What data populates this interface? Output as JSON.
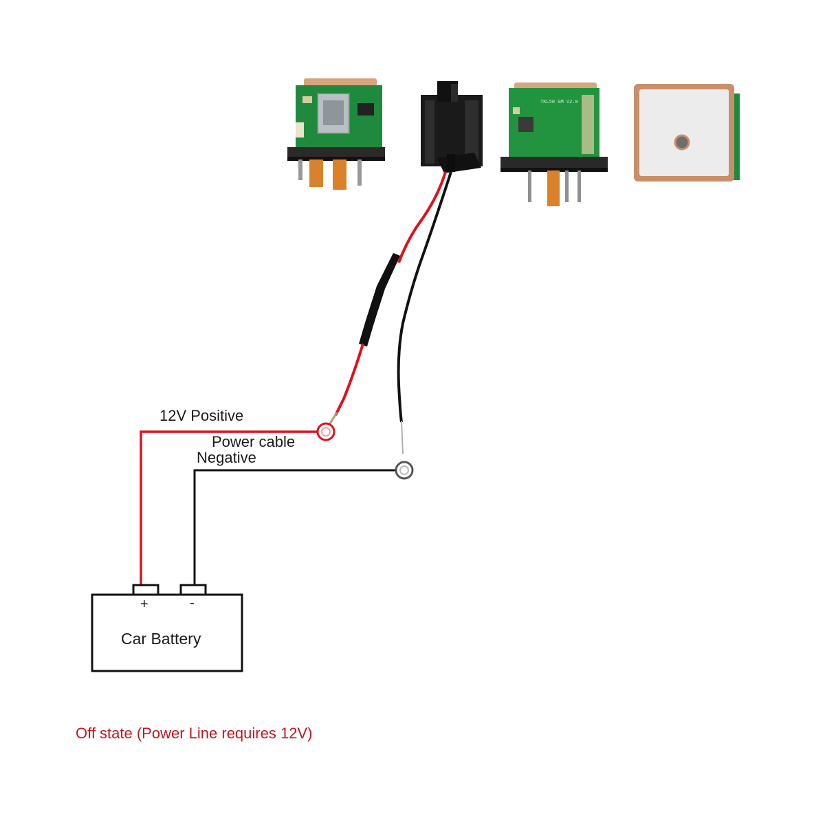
{
  "labels": {
    "positive": "12V Positive",
    "power_cable": "Power cable",
    "negative": "Negative",
    "battery": "Car Battery",
    "plus": "+",
    "minus": "-"
  },
  "caption": "Off state (Power Line requires 12V)",
  "colors": {
    "positive_wire": "#e0111b",
    "negative_wire": "#111111",
    "pcb_green": "#1f8a3d",
    "ceramic": "#d9b49a",
    "caption": "#c0181c"
  }
}
